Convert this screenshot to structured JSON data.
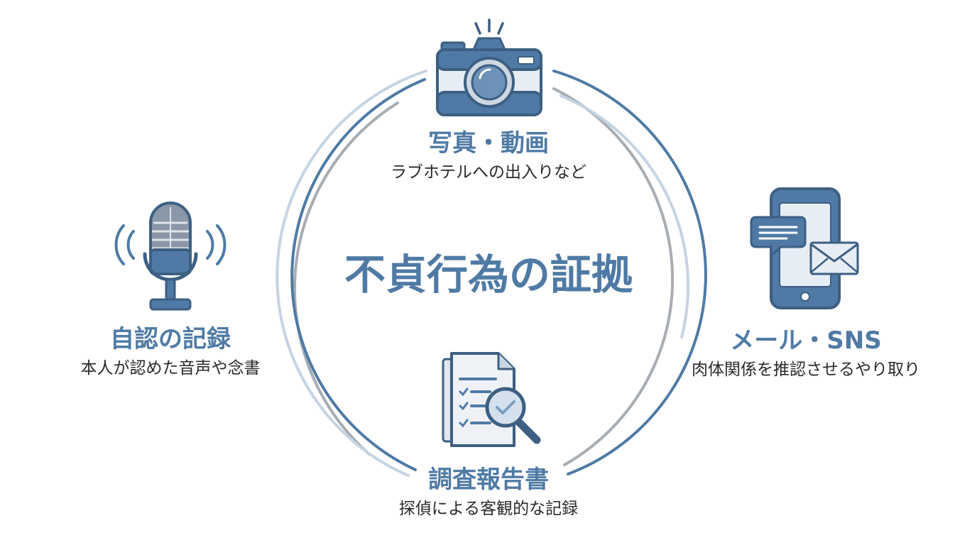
{
  "center": {
    "title": "不貞行為の証拠"
  },
  "nodes": {
    "photo": {
      "title": "写真・動画",
      "desc": "ラブホテルへの出入りなど",
      "icon": "camera-icon"
    },
    "sns": {
      "title": "メール・SNS",
      "desc": "肉体関係を推認させるやり取り",
      "icon": "smartphone-message-icon"
    },
    "report": {
      "title": "調査報告書",
      "desc": "探偵による客観的な記録",
      "icon": "document-magnifier-icon"
    },
    "confess": {
      "title": "自認の記録",
      "desc": "本人が認めた音声や念書",
      "icon": "microphone-icon"
    }
  },
  "colors": {
    "accent": "#4f7aa5",
    "accent_dark": "#3d5f82",
    "light_fill": "#e6edf5",
    "ring_gray": "#a8adb3",
    "ring_light": "#c5d4e3"
  }
}
